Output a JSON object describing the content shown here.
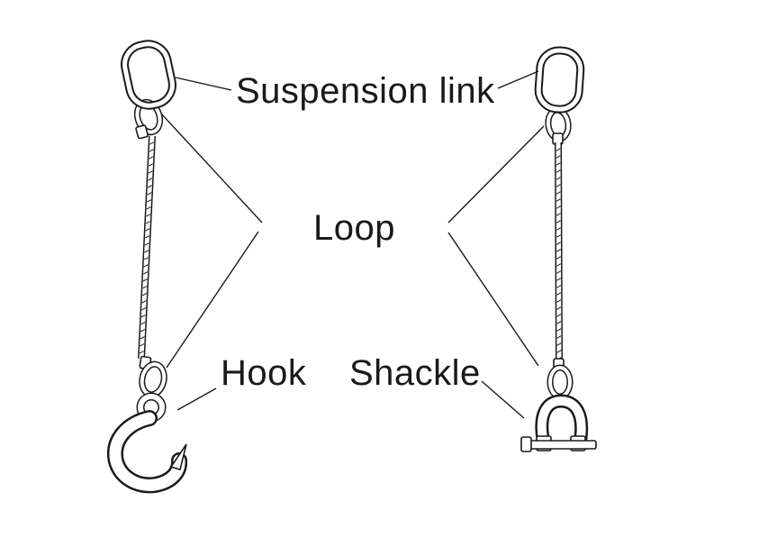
{
  "diagram": {
    "labels": {
      "suspension_link": "Suspension link",
      "loop": "Loop",
      "hook": "Hook",
      "shackle": "Shackle"
    },
    "colors": {
      "line": "#1a1a1a",
      "background": "#ffffff"
    }
  }
}
